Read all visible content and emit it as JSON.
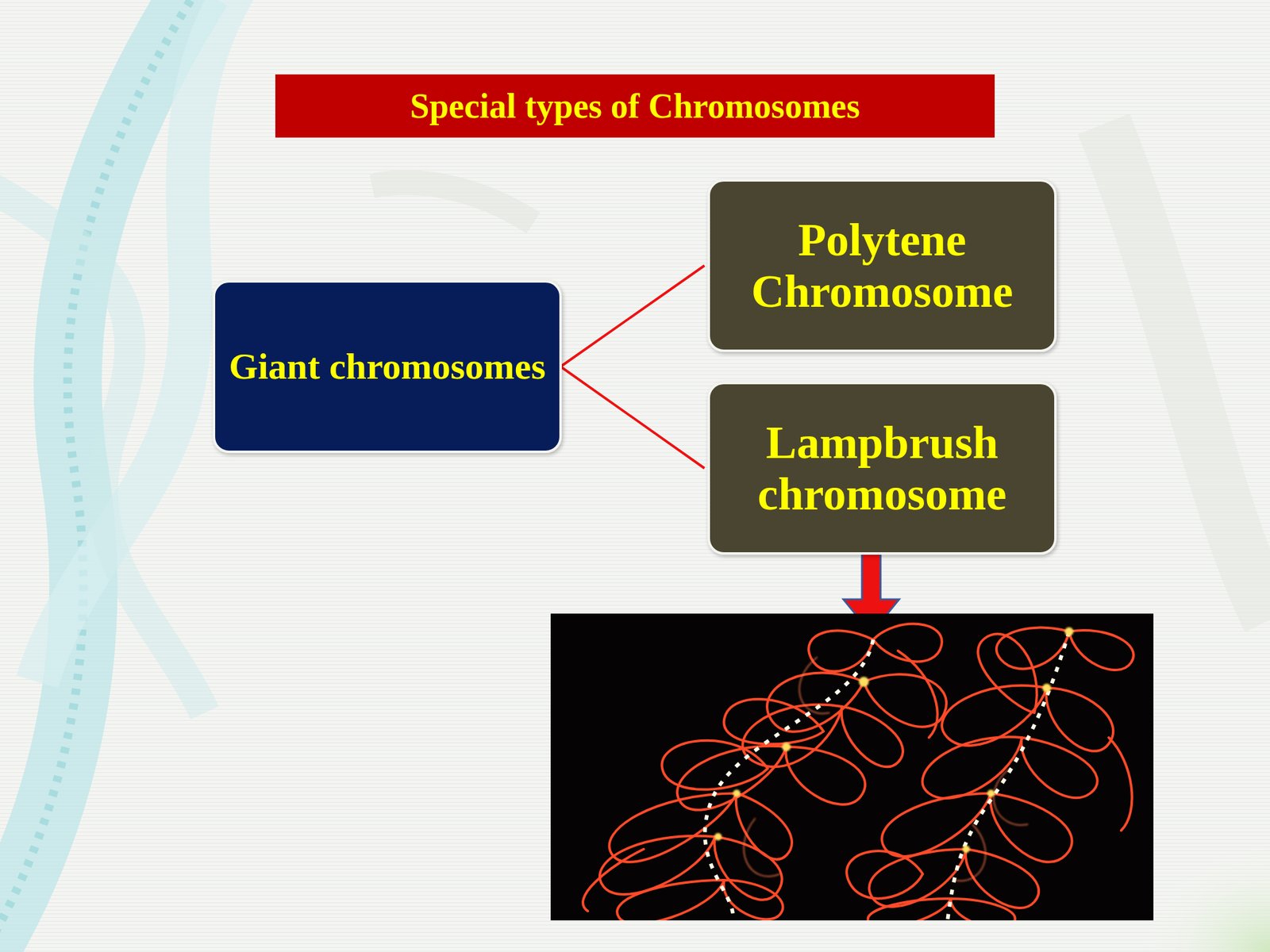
{
  "diagram": {
    "title": "Special types of Chromosomes",
    "nodes": [
      {
        "text": [
          "Giant chromosomes"
        ]
      },
      {
        "text": [
          "Polytene Chromosome"
        ]
      },
      {
        "text": [
          "Lampbrush chromosome"
        ]
      }
    ],
    "edges": [
      {
        "from": 0,
        "to": 1,
        "arrow": "none"
      },
      {
        "from": 0,
        "to": 2,
        "arrow": "none"
      }
    ]
  }
}
